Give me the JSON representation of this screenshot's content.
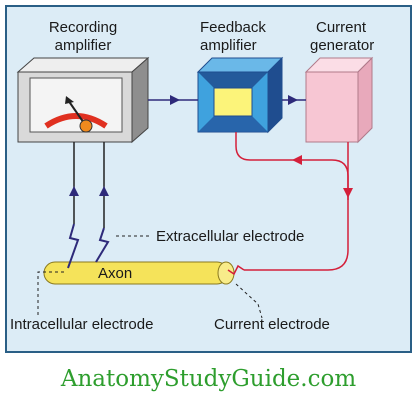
{
  "labels": {
    "recording_amplifier_line1": "Recording",
    "recording_amplifier_line2": "amplifier",
    "feedback_amplifier_line1": "Feedback",
    "feedback_amplifier_line2": "amplifier",
    "current_generator_line1": "Current",
    "current_generator_line2": "generator",
    "extracellular_electrode": "Extracellular electrode",
    "axon": "Axon",
    "intracellular_electrode": "Intracellular electrode",
    "current_electrode": "Current electrode"
  },
  "watermark": "AnatomyStudyGuide.com",
  "colors": {
    "panel_bg": "#dcecf6",
    "panel_border": "#2a5f86",
    "box_grey": "#d9d9d9",
    "box_grey_dark": "#8e8e8e",
    "feedback_blue": "#3fa2de",
    "feedback_dark": "#1f4d8f",
    "feedback_yellow": "#fcf47a",
    "generator_pink": "#f7c6d3",
    "axon_yellow": "#f5e35a",
    "red_wire": "#d41f3a",
    "arrow_navy": "#2e2a7a",
    "watermark_green": "#2e9e2e"
  }
}
